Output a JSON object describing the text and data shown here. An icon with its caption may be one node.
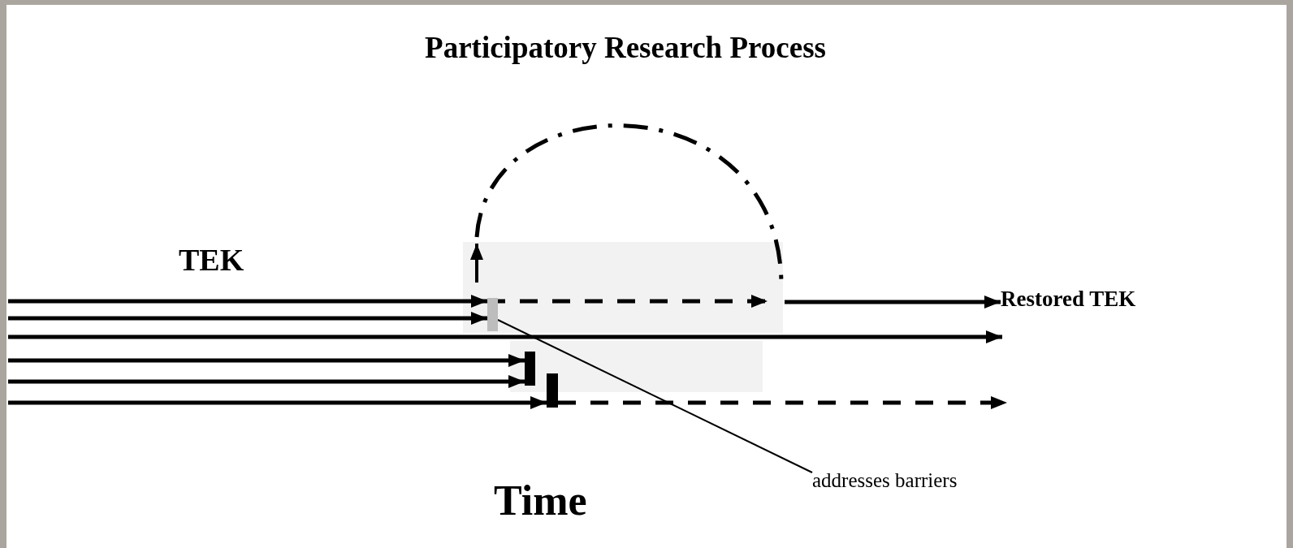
{
  "diagram": {
    "title": "Participatory Research Process",
    "nodes": [
      {
        "text": [],
        "shape": "bar"
      },
      {
        "text": [],
        "shape": "bar"
      },
      {
        "text": [],
        "shape": "bar"
      },
      {
        "text": [
          "Restored TEK"
        ]
      },
      {
        "text": [
          "addresses barriers"
        ]
      },
      {
        "text": [],
        "shape": "arc"
      }
    ],
    "edges": [
      {
        "from": null,
        "to": 0,
        "arrow": "to"
      },
      {
        "from": null,
        "to": 0,
        "arrow": "to"
      },
      {
        "from": 0,
        "to": 5,
        "arrow": "to",
        "style": "dashed"
      },
      {
        "from": 5,
        "to": 3,
        "arrow": "to"
      },
      {
        "from": null,
        "to": 1,
        "arrow": "to"
      },
      {
        "from": null,
        "to": 1,
        "arrow": "to"
      },
      {
        "from": null,
        "to": 2,
        "arrow": "to"
      },
      {
        "from": 2,
        "to": null,
        "arrow": "to",
        "style": "dashed"
      },
      {
        "from": 4,
        "to": 0,
        "arrow": "none"
      }
    ],
    "labels": [
      "TEK",
      "Time"
    ]
  }
}
